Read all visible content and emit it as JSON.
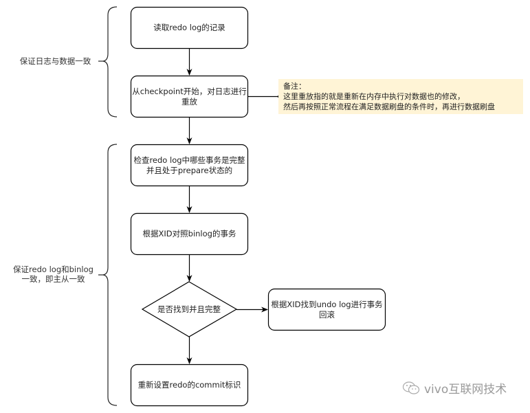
{
  "diagram": {
    "nodes": {
      "read_redo": "读取redo log的记录",
      "replay": "从checkpoint开始，对日志进行重放",
      "check_prepare": "检查redo log中哪些事务是完整并且处于prepare状态的",
      "compare_binlog": "根据XID对照binlog的事务",
      "decision": "是否找到并且完整",
      "rollback": "根据XID找到undo log进行事务回滚",
      "set_commit": "重新设置redo的commit标识"
    },
    "groups": {
      "data_consistency": "保证日志与数据一致",
      "binlog_consistency_line1": "保证redo log和binlog",
      "binlog_consistency_line2": "一致，即主从一致"
    },
    "note": {
      "title": "备注：",
      "line1": "这里重放指的就是重新在内存中执行对数据也的修改，",
      "line2": "然后再按照正常流程在满足数据刷盘的条件时，再进行数据刷盘"
    },
    "edges": [
      {
        "from": "read_redo",
        "to": "replay"
      },
      {
        "from": "replay",
        "to": "check_prepare"
      },
      {
        "from": "check_prepare",
        "to": "compare_binlog"
      },
      {
        "from": "compare_binlog",
        "to": "decision"
      },
      {
        "from": "decision",
        "to": "rollback"
      },
      {
        "from": "decision",
        "to": "set_commit"
      },
      {
        "from": "note",
        "to": "replay"
      }
    ],
    "colors": {
      "note_fill": "#fff4d6",
      "stroke": "#000000"
    }
  },
  "watermark": {
    "icon": "wechat-icon",
    "text": "vivo互联网技术"
  }
}
